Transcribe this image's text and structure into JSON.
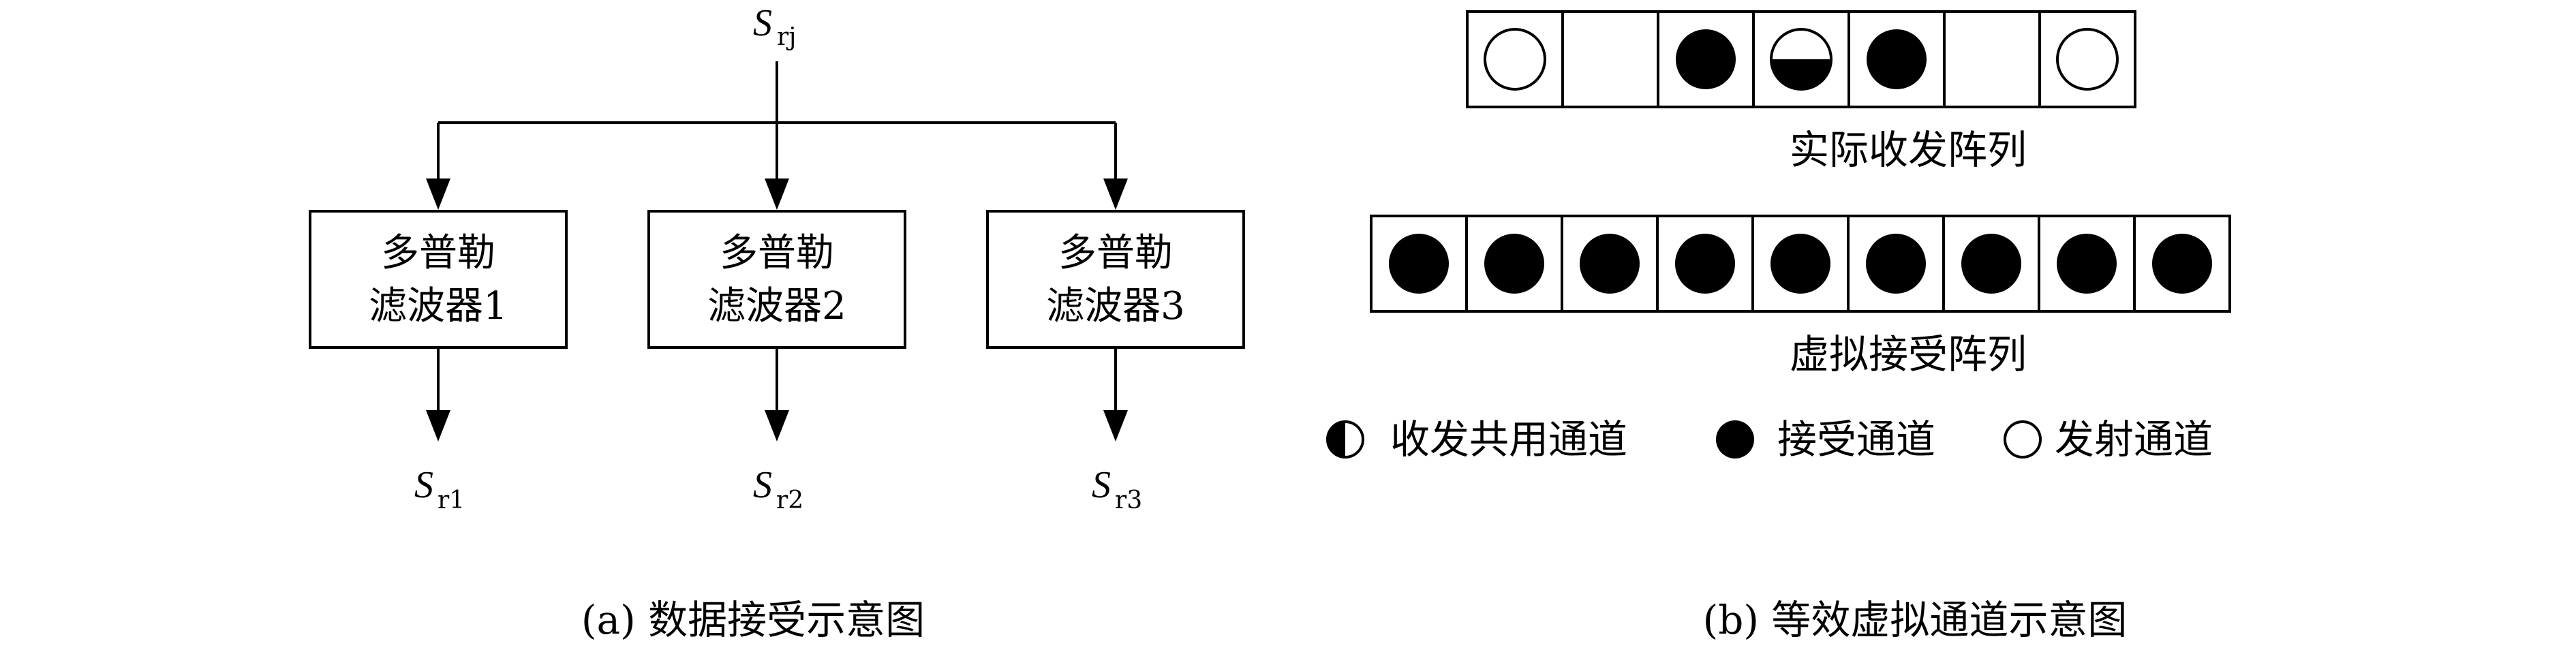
{
  "panel_a": {
    "input_signal": {
      "main": "S",
      "sub": "rj"
    },
    "filters": [
      {
        "line1": "多普勒",
        "line2": "滤波器1",
        "output_main": "S",
        "output_sub": "r1"
      },
      {
        "line1": "多普勒",
        "line2": "滤波器2",
        "output_main": "S",
        "output_sub": "r2"
      },
      {
        "line1": "多普勒",
        "line2": "滤波器3",
        "output_main": "S",
        "output_sub": "r3"
      }
    ],
    "caption": "(a) 数据接受示意图"
  },
  "panel_b": {
    "actual_array": {
      "cells": [
        "tx",
        "empty",
        "rx",
        "txrx",
        "rx",
        "empty",
        "tx"
      ],
      "label": "实际收发阵列"
    },
    "virtual_array": {
      "cells": [
        "rx",
        "rx",
        "rx",
        "rx",
        "rx",
        "rx",
        "rx",
        "rx",
        "rx"
      ],
      "label": "虚拟接受阵列"
    },
    "legend": [
      {
        "symbol": "txrx",
        "label": "收发共用通道"
      },
      {
        "symbol": "rx",
        "label": "接受通道"
      },
      {
        "symbol": "tx",
        "label": "发射通道"
      }
    ],
    "caption": "(b) 等效虚拟通道示意图"
  }
}
